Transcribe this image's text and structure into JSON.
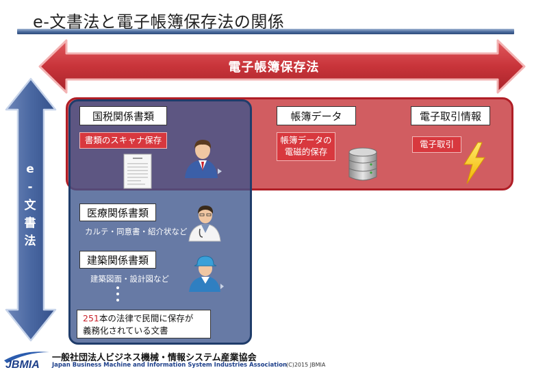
{
  "title": "e-文書法と電子帳簿保存法の関係",
  "law_arrow": {
    "label": "電子帳簿保存法"
  },
  "edoc_arrow": {
    "chars": [
      "e",
      "-",
      "文",
      "書",
      "法"
    ]
  },
  "categories": {
    "kokuzei": {
      "label": "国税関係書類",
      "tag": "書類のスキャナ保存"
    },
    "choubo": {
      "label": "帳簿データ",
      "tag_line1": "帳簿データの",
      "tag_line2": "電磁的保存"
    },
    "torihiki": {
      "label": "電子取引情報",
      "tag": "電子取引"
    },
    "iryou": {
      "label": "医療関係書類",
      "desc": "カルテ・同意書・紹介状など"
    },
    "kenchiku": {
      "label": "建築関係書類",
      "desc": "建築図面・設計図など"
    }
  },
  "note": {
    "number": "251",
    "line1_rest": "本の法律で民間に保存が",
    "line2": "義務化されている文書"
  },
  "footer": {
    "logo_text": "JBMIA",
    "org_jp": "一般社団法人ビジネス機械・情報システム産業協会",
    "org_en": "Japan Business Machine and Information System Industries Association",
    "copyright": "(C)2015 JBMIA"
  },
  "colors": {
    "red": "#c8343a",
    "blue": "#3c548c",
    "title_bar": "#2d4a7a"
  },
  "icons": [
    "document-icon",
    "businessman-icon",
    "database-icon",
    "lightning-icon",
    "doctor-icon",
    "worker-icon"
  ]
}
